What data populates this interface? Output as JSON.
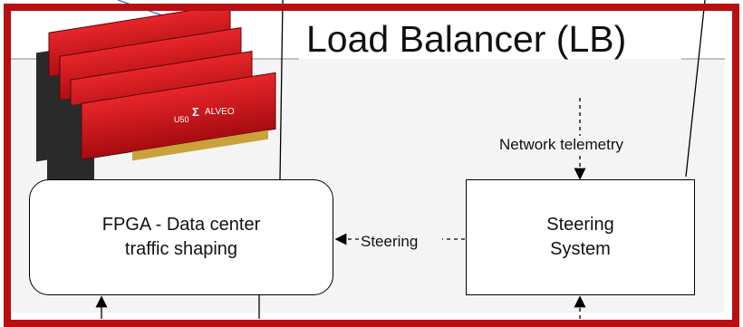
{
  "diagram": {
    "title": "Load Balancer (LB)",
    "fpga_box_line1": "FPGA - Data center",
    "fpga_box_line2": "traffic shaping",
    "steering_box_line1": "Steering",
    "steering_box_line2": "System",
    "edge_network_telemetry": "Network telemetry",
    "edge_steering": "Steering",
    "card_brand": "ALVEO",
    "card_model": "U50"
  },
  "colors": {
    "frame": "#b80f12",
    "panel": "#f4f4f4",
    "card_red": "#d2161b"
  }
}
